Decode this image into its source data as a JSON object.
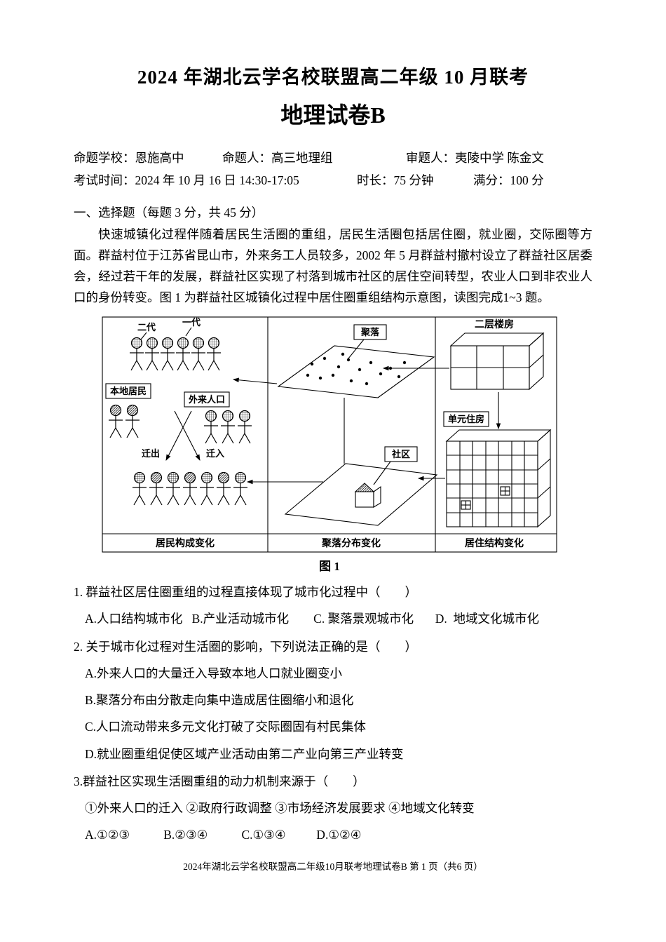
{
  "header": {
    "title": "2024 年湖北云学名校联盟高二年级 10 月联考",
    "subtitle": "地理试卷B"
  },
  "meta": {
    "school": "命题学校：恩施高中",
    "setter": "命题人：高三地理组",
    "reviewer": "审题人：夷陵中学 陈金文",
    "time": "考试时间：2024 年 10 月 16 日 14:30-17:05",
    "duration": "时长：75 分钟",
    "score": "满分：100 分"
  },
  "section": {
    "title": "一、选择题（每题 3 分，共 45 分）"
  },
  "intro": "快速城镇化过程伴随着居民生活圈的重组，居民生活圈包括居住圈，就业圈，交际圈等方面。群益村位于江苏省昆山市，外来务工人员较多，2002 年 5 月群益村撤村设立了群益社区居委会，经过若干年的发展，群益社区实现了村落到城市社区的居住空间转型，农业人口到非农业人口的身份转变。图 1 为群益社区城镇化过程中居住圈重组结构示意图，读图完成1~3 题。",
  "figure": {
    "caption": "图 1",
    "labels": {
      "gen2": "二代",
      "gen1": "一代",
      "local": "本地居民",
      "migrant": "外来人口",
      "move_out": "迁出",
      "move_in": "迁入",
      "settlement": "聚落",
      "community": "社区",
      "two_story": "二层楼房",
      "unit_housing": "单元住房",
      "panel_residents": "居民构成变化",
      "panel_settlement": "聚落分布变化",
      "panel_housing": "居住结构变化"
    }
  },
  "questions": [
    {
      "stem": "1. 群益社区居住圈重组的过程直接体现了城市化过程中（　　）",
      "lines": [
        "A.人口结构城市化   B.产业活动城市化        C. 聚落景观城市化       D.  地域文化城市化"
      ]
    },
    {
      "stem": "2. 关于城市化过程对生活圈的影响，下列说法正确的是（　　）",
      "lines": [
        "A.外来人口的大量迁入导致本地人口就业圈变小",
        "B.聚落分布由分散走向集中造成居住圈缩小和退化",
        "C.人口流动带来多元文化打破了交际圈固有村民集体",
        "D.就业圈重组促使区域产业活动由第二产业向第三产业转变"
      ]
    },
    {
      "stem": "3.群益社区实现生活圈重组的动力机制来源于（　　）",
      "lines": [
        "①外来人口的迁入 ②政府行政调整 ③市场经济发展要求 ④地域文化转变",
        "A.①②③           B.②③④           C.①③④          D.①②④"
      ]
    }
  ],
  "footer": "2024年湖北云学名校联盟高二年级10月联考地理试卷B 第 1 页（共6 页）"
}
